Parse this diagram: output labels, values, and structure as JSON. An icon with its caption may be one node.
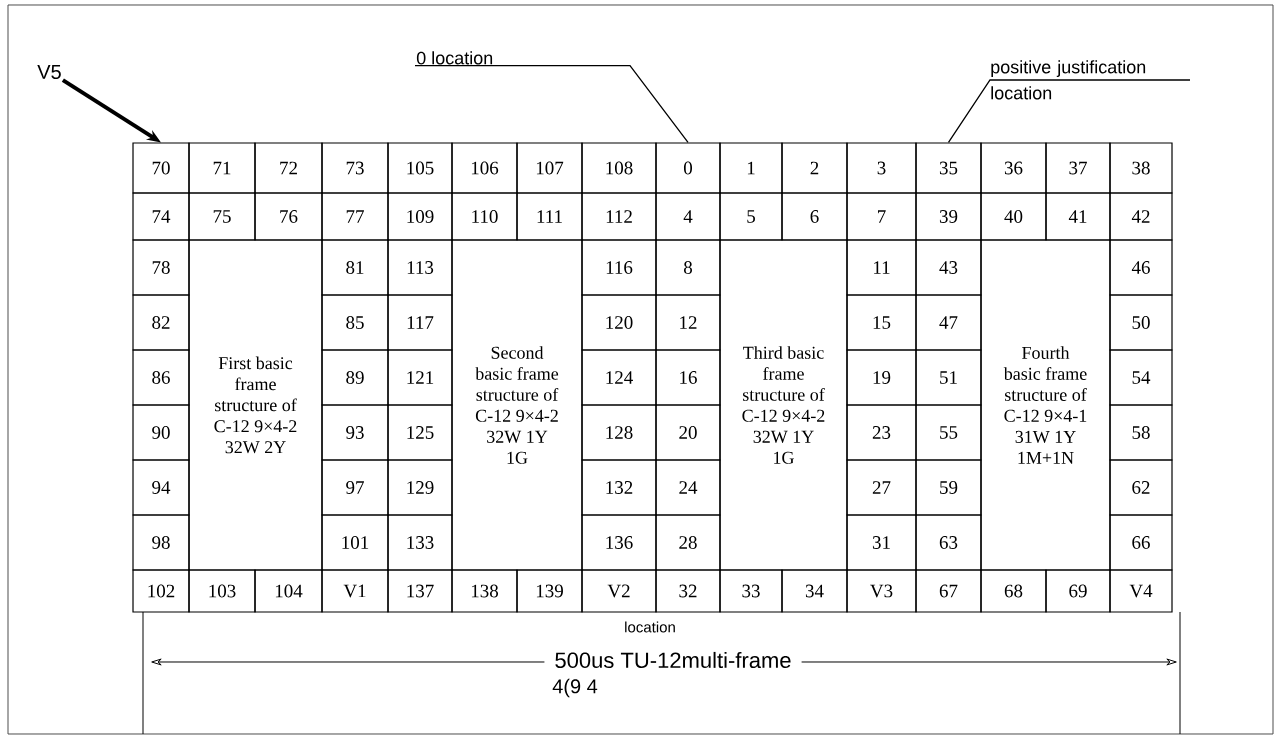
{
  "diagram": {
    "nodes": [
      {
        "text": [
          "V5"
        ]
      },
      {
        "text": [
          "0 location"
        ]
      },
      {
        "text": [
          "positive justification location"
        ]
      },
      {
        "text": [
          "70"
        ]
      },
      {
        "text": [
          "71"
        ]
      },
      {
        "text": [
          "72"
        ]
      },
      {
        "text": [
          "73"
        ]
      },
      {
        "text": [
          "105"
        ]
      },
      {
        "text": [
          "106"
        ]
      },
      {
        "text": [
          "107"
        ]
      },
      {
        "text": [
          "108"
        ]
      },
      {
        "text": [
          "0"
        ]
      },
      {
        "text": [
          "1"
        ]
      },
      {
        "text": [
          "2"
        ]
      },
      {
        "text": [
          "3"
        ]
      },
      {
        "text": [
          "35"
        ]
      },
      {
        "text": [
          "36"
        ]
      },
      {
        "text": [
          "37"
        ]
      },
      {
        "text": [
          "38"
        ]
      },
      {
        "text": [
          "74"
        ]
      },
      {
        "text": [
          "75"
        ]
      },
      {
        "text": [
          "76"
        ]
      },
      {
        "text": [
          "77"
        ]
      },
      {
        "text": [
          "109"
        ]
      },
      {
        "text": [
          "110"
        ]
      },
      {
        "text": [
          "111"
        ]
      },
      {
        "text": [
          "112"
        ]
      },
      {
        "text": [
          "4"
        ]
      },
      {
        "text": [
          "5"
        ]
      },
      {
        "text": [
          "6"
        ]
      },
      {
        "text": [
          "7"
        ]
      },
      {
        "text": [
          "39"
        ]
      },
      {
        "text": [
          "40"
        ]
      },
      {
        "text": [
          "41"
        ]
      },
      {
        "text": [
          "42"
        ]
      },
      {
        "text": [
          "78"
        ]
      },
      {
        "text": [
          "First basic frame structure of C-12 9×4-2 32W 2Y"
        ]
      },
      {
        "text": [
          "81"
        ]
      },
      {
        "text": [
          "113"
        ]
      },
      {
        "text": [
          "Second basic frame structure of C-12 9×4-2 32W 1Y 1G"
        ]
      },
      {
        "text": [
          "116"
        ]
      },
      {
        "text": [
          "8"
        ]
      },
      {
        "text": [
          "Third basic frame structure of C-12 9×4-2 32W 1Y 1G"
        ]
      },
      {
        "text": [
          "11"
        ]
      },
      {
        "text": [
          "43"
        ]
      },
      {
        "text": [
          "Fourth basic frame structure of C-12 9×4-1 31W 1Y 1M+1N"
        ]
      },
      {
        "text": [
          "46"
        ]
      },
      {
        "text": [
          "82"
        ]
      },
      {
        "text": [
          "85"
        ]
      },
      {
        "text": [
          "117"
        ]
      },
      {
        "text": [
          "120"
        ]
      },
      {
        "text": [
          "12"
        ]
      },
      {
        "text": [
          "15"
        ]
      },
      {
        "text": [
          "47"
        ]
      },
      {
        "text": [
          "50"
        ]
      },
      {
        "text": [
          "86"
        ]
      },
      {
        "text": [
          "89"
        ]
      },
      {
        "text": [
          "121"
        ]
      },
      {
        "text": [
          "124"
        ]
      },
      {
        "text": [
          "16"
        ]
      },
      {
        "text": [
          "19"
        ]
      },
      {
        "text": [
          "51"
        ]
      },
      {
        "text": [
          "54"
        ]
      },
      {
        "text": [
          "90"
        ]
      },
      {
        "text": [
          "93"
        ]
      },
      {
        "text": [
          "125"
        ]
      },
      {
        "text": [
          "128"
        ]
      },
      {
        "text": [
          "20"
        ]
      },
      {
        "text": [
          "23"
        ]
      },
      {
        "text": [
          "55"
        ]
      },
      {
        "text": [
          "58"
        ]
      },
      {
        "text": [
          "94"
        ]
      },
      {
        "text": [
          "97"
        ]
      },
      {
        "text": [
          "129"
        ]
      },
      {
        "text": [
          "132"
        ]
      },
      {
        "text": [
          "24"
        ]
      },
      {
        "text": [
          "27"
        ]
      },
      {
        "text": [
          "59"
        ]
      },
      {
        "text": [
          "62"
        ]
      },
      {
        "text": [
          "98"
        ]
      },
      {
        "text": [
          "101"
        ]
      },
      {
        "text": [
          "133"
        ]
      },
      {
        "text": [
          "136"
        ]
      },
      {
        "text": [
          "28"
        ]
      },
      {
        "text": [
          "31"
        ]
      },
      {
        "text": [
          "63"
        ]
      },
      {
        "text": [
          "66"
        ]
      },
      {
        "text": [
          "102"
        ]
      },
      {
        "text": [
          "103"
        ]
      },
      {
        "text": [
          "104"
        ]
      },
      {
        "text": [
          "V1"
        ]
      },
      {
        "text": [
          "137"
        ]
      },
      {
        "text": [
          "138"
        ]
      },
      {
        "text": [
          "139"
        ]
      },
      {
        "text": [
          "V2"
        ]
      },
      {
        "text": [
          "32"
        ]
      },
      {
        "text": [
          "33"
        ]
      },
      {
        "text": [
          "34"
        ]
      },
      {
        "text": [
          "V3"
        ]
      },
      {
        "text": [
          "67"
        ]
      },
      {
        "text": [
          "68"
        ]
      },
      {
        "text": [
          "69"
        ]
      },
      {
        "text": [
          "V4"
        ]
      }
    ],
    "edges": [
      {
        "from": 0,
        "to": 3,
        "arrow": "to",
        "style": "thick"
      },
      {
        "from": 1,
        "to": 11,
        "arrow": "none"
      },
      {
        "from": 2,
        "to": 15,
        "arrow": "none"
      }
    ],
    "labels": [
      "location",
      "500us TU-12multi-frame",
      "4(9 4"
    ]
  }
}
